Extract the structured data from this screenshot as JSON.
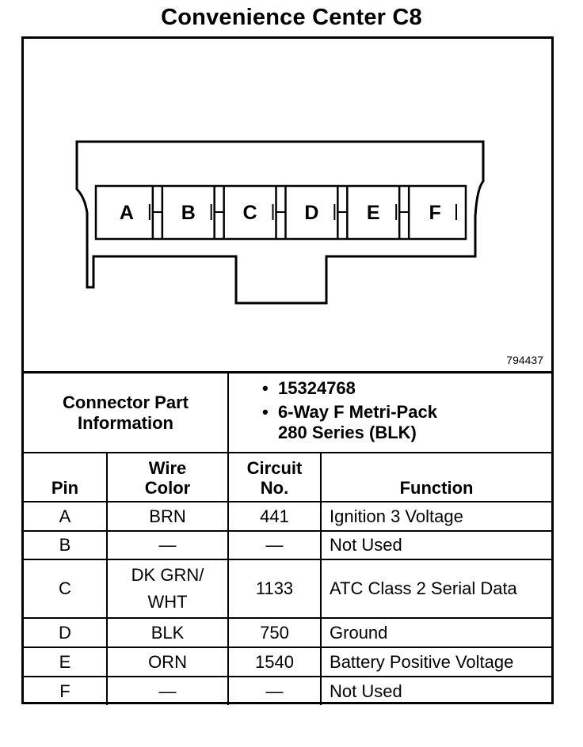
{
  "title": "Convenience Center C8",
  "figure_number": "794437",
  "connector": {
    "pins": [
      "A",
      "B",
      "C",
      "D",
      "E",
      "F"
    ]
  },
  "part_info": {
    "label_line1": "Connector Part",
    "label_line2": "Information",
    "items": [
      "15324768",
      "6-Way F Metri-Pack",
      "280 Series (BLK)"
    ]
  },
  "table": {
    "headers": {
      "pin": "Pin",
      "wire_line1": "Wire",
      "wire_line2": "Color",
      "circuit_line1": "Circuit",
      "circuit_line2": "No.",
      "function": "Function"
    },
    "rows": [
      {
        "pin": "A",
        "wire_line1": "BRN",
        "wire_line2": "",
        "circuit": "441",
        "function": "Ignition 3 Voltage"
      },
      {
        "pin": "B",
        "wire_line1": "—",
        "wire_line2": "",
        "circuit": "—",
        "function": "Not Used"
      },
      {
        "pin": "C",
        "wire_line1": "DK GRN/",
        "wire_line2": "WHT",
        "circuit": "1133",
        "function": "ATC Class 2 Serial Data"
      },
      {
        "pin": "D",
        "wire_line1": "BLK",
        "wire_line2": "",
        "circuit": "750",
        "function": "Ground"
      },
      {
        "pin": "E",
        "wire_line1": "ORN",
        "wire_line2": "",
        "circuit": "1540",
        "function": "Battery Positive Voltage"
      },
      {
        "pin": "F",
        "wire_line1": "—",
        "wire_line2": "",
        "circuit": "—",
        "function": "Not Used"
      }
    ]
  }
}
